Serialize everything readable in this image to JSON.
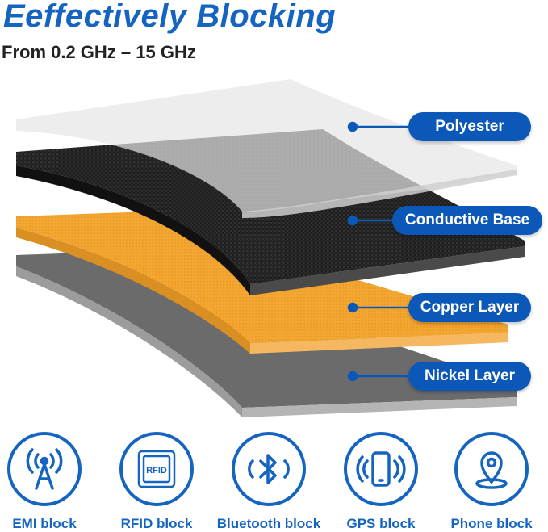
{
  "header": {
    "title": "Eeffectively Blocking",
    "subtitle": "From 0.2 GHz – 15 GHz"
  },
  "layers": [
    {
      "label": "Polyester",
      "color": "#e2e2e2"
    },
    {
      "label": "Conductive Base",
      "color": "#222222"
    },
    {
      "label": "Copper Layer",
      "color": "#f0a32e"
    },
    {
      "label": "Nickel Layer",
      "color": "#6e6e6e"
    }
  ],
  "features": [
    {
      "label": "EMI block",
      "icon": "emi-tower-icon"
    },
    {
      "label": "RFID block",
      "icon": "rfid-chip-icon"
    },
    {
      "label": "Bluetooth block",
      "icon": "bluetooth-icon"
    },
    {
      "label": "GPS block",
      "icon": "phone-signal-icon"
    },
    {
      "label": "Phone block",
      "icon": "location-pin-icon"
    }
  ],
  "colors": {
    "accent": "#1565c0",
    "callout": "#0c58b8"
  }
}
